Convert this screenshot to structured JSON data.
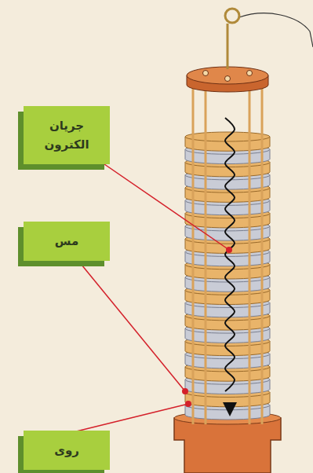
{
  "diagram": {
    "nodes": [
      {
        "text": [
          "جریان الکترون"
        ]
      },
      {
        "text": [
          "مس"
        ]
      },
      {
        "text": [
          "روی"
        ]
      }
    ]
  }
}
